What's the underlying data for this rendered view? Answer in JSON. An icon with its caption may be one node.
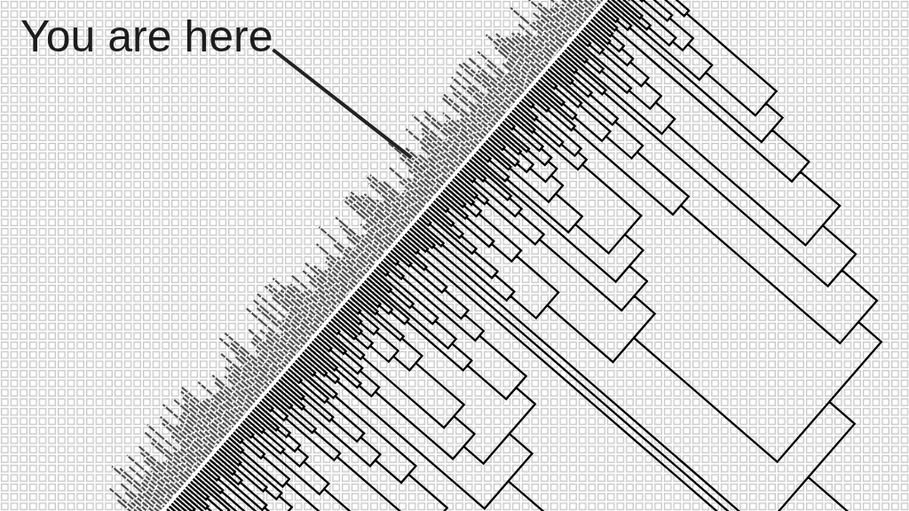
{
  "diagram": {
    "nodes": [
      {
        "text": [
          "You are here"
        ]
      },
      {
        "text": [],
        "shape": "bar"
      }
    ],
    "edges": [
      {
        "from": 0,
        "to": 1,
        "arrow": "none"
      }
    ]
  }
}
